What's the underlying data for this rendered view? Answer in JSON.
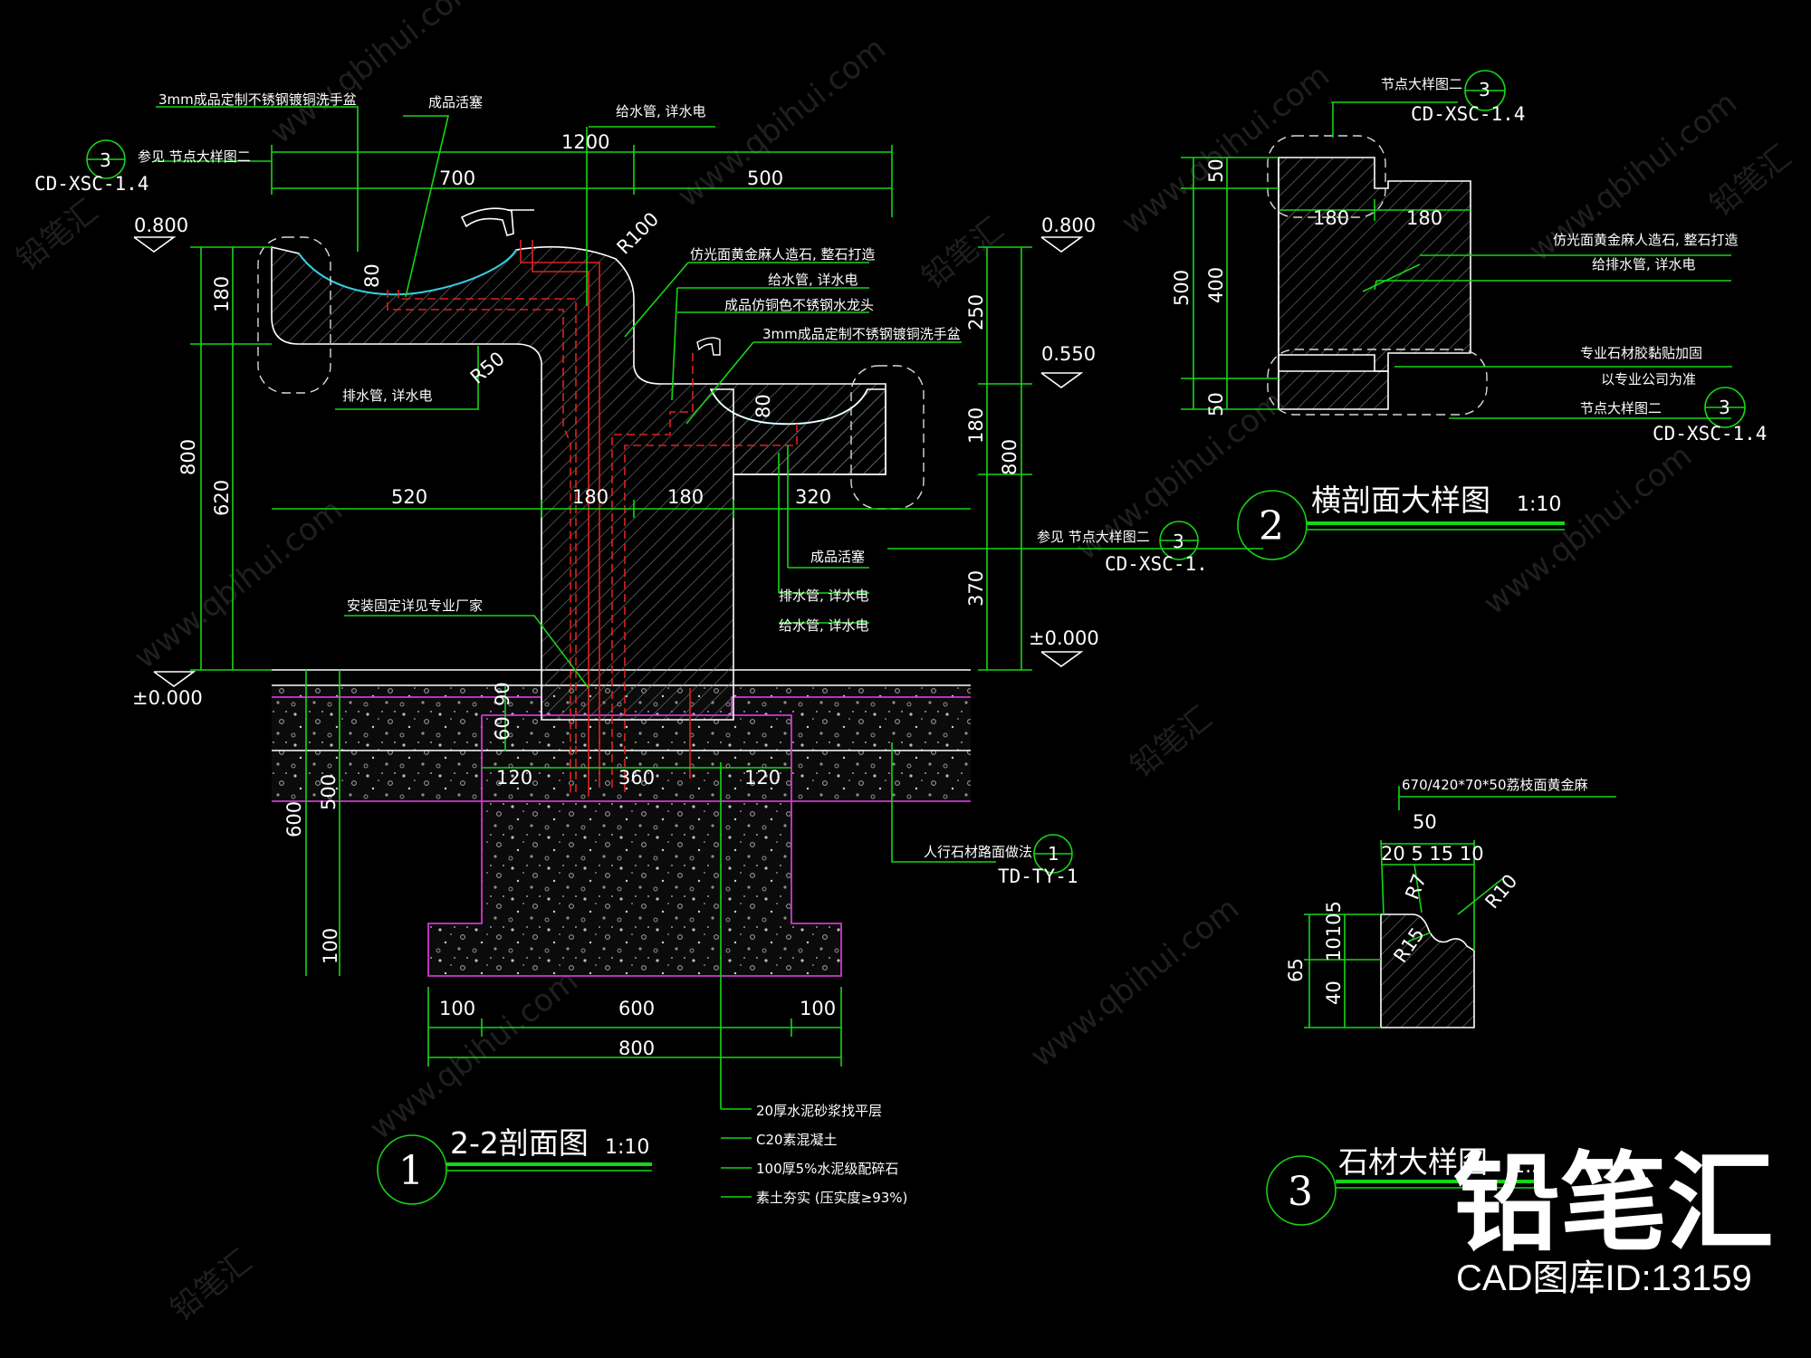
{
  "watermark": {
    "url_text": "www.qbihui.com",
    "brand_text": "铅笔汇"
  },
  "logo": {
    "text": "铅笔汇",
    "id_text": "CAD图库ID:13159"
  },
  "section1": {
    "number": "1",
    "title": "2-2剖面图",
    "scale": "1:10",
    "labels": {
      "basin_big": "3mm成品定制不锈钢镀铜洗手盆",
      "plug_top": "成品活塞",
      "supply_top": "给水管, 详水电",
      "ref_prefix": "参见 节点大样图二",
      "ref_num": "3",
      "ref_code": "CD-XSC-1.4",
      "stone_main": "仿光面黄金麻人造石, 整石打造",
      "supply_mid": "给水管, 详水电",
      "faucet": "成品仿铜色不锈钢水龙头",
      "basin_small": "3mm成品定制不锈钢镀铜洗手盆",
      "drain_left": "排水管, 详水电",
      "ref2_prefix": "参见 节点大样图二",
      "ref2_num": "3",
      "ref2_code": "CD-XSC-1.",
      "plug_low": "成品活塞",
      "drain_low": "排水管, 详水电",
      "supply_low": "给水管, 详水电",
      "install": "安装固定详见专业厂家",
      "paving_ref": "人行石材路面做法",
      "paving_num": "1",
      "paving_code": "TD-TY-1"
    },
    "levels": {
      "top_left": "0.800",
      "top_right": "0.800",
      "mid_right": "0.550",
      "ground_left": "±0.000",
      "ground_right": "±0.000"
    },
    "dims": {
      "total_top": "1200",
      "left_top": "700",
      "right_top": "500",
      "r100": "R100",
      "r50": "R50",
      "bowl_big": "80",
      "bowl_small": "80",
      "left_180": "180",
      "left_800": "800",
      "left_620": "620",
      "right_250": "250",
      "right_180": "180",
      "right_800": "800",
      "right_370": "370",
      "mid_520": "520",
      "mid_180a": "180",
      "mid_180b": "180",
      "mid_320": "320",
      "f90": "90",
      "f60": "60",
      "f500": "500",
      "f600": "600",
      "f100v": "100",
      "f120a": "120",
      "f360": "360",
      "f120b": "120",
      "b100a": "100",
      "b600": "600",
      "b100b": "100",
      "b800": "800"
    },
    "layers": [
      "20厚水泥砂浆找平层",
      "C20素混凝土",
      "100厚5%水泥级配碎石",
      "素土夯实 (压实度≥93%)"
    ]
  },
  "section2": {
    "number": "2",
    "title": "横剖面大样图",
    "scale": "1:10",
    "labels": {
      "node_top": "节点大样图二",
      "node_top_num": "3",
      "node_top_code": "CD-XSC-1.4",
      "stone": "仿光面黄金麻人造石, 整石打造",
      "pipes": "给排水管, 详水电",
      "glue": "专业石材胶黏贴加固",
      "company": "以专业公司为准",
      "node_bot": "节点大样图二",
      "node_bot_num": "3",
      "node_bot_code": "CD-XSC-1.4"
    },
    "dims": {
      "d50a": "50",
      "d500": "500",
      "d400": "400",
      "d50b": "50",
      "w180a": "180",
      "w180b": "180"
    }
  },
  "section3": {
    "number": "3",
    "title": "石材大样图",
    "scale": "1:3",
    "spec": "670/420*70*50荔枝面黄金麻",
    "dims": {
      "w50": "50",
      "w_parts": "20 5 15 10",
      "r7": "R7",
      "r10": "R10",
      "r15": "R15",
      "h65": "65",
      "h1010": "10105",
      "h40": "40"
    }
  }
}
